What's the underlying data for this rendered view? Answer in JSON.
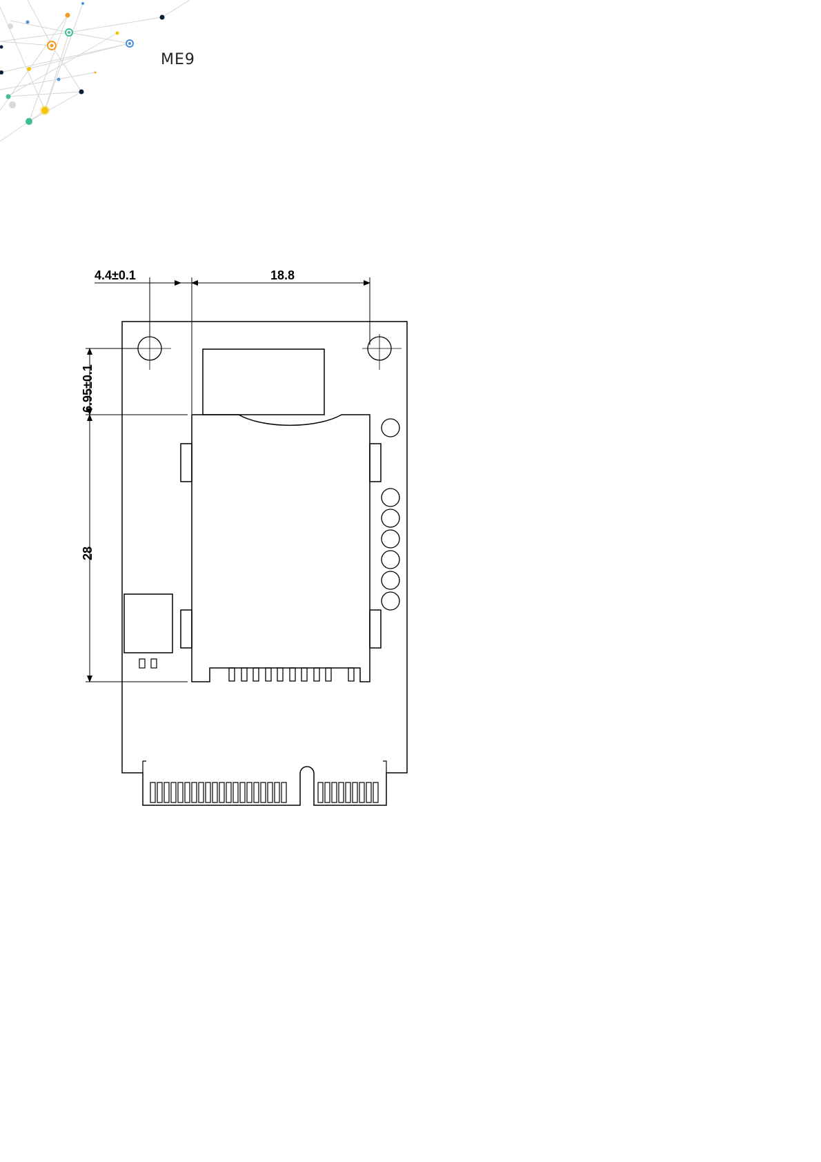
{
  "header": {
    "title": "ME9"
  },
  "drawing": {
    "dimensions": {
      "hole_offset": "4.4±0.1",
      "hole_spacing": "18.8",
      "hole_to_socket": "6.95±0.1",
      "socket_length": "28"
    }
  },
  "decor": {
    "colors": [
      "#f39c1f",
      "#f5c400",
      "#3dbf9a",
      "#4a90d9",
      "#0b1f3a",
      "#bfbfbf"
    ]
  }
}
